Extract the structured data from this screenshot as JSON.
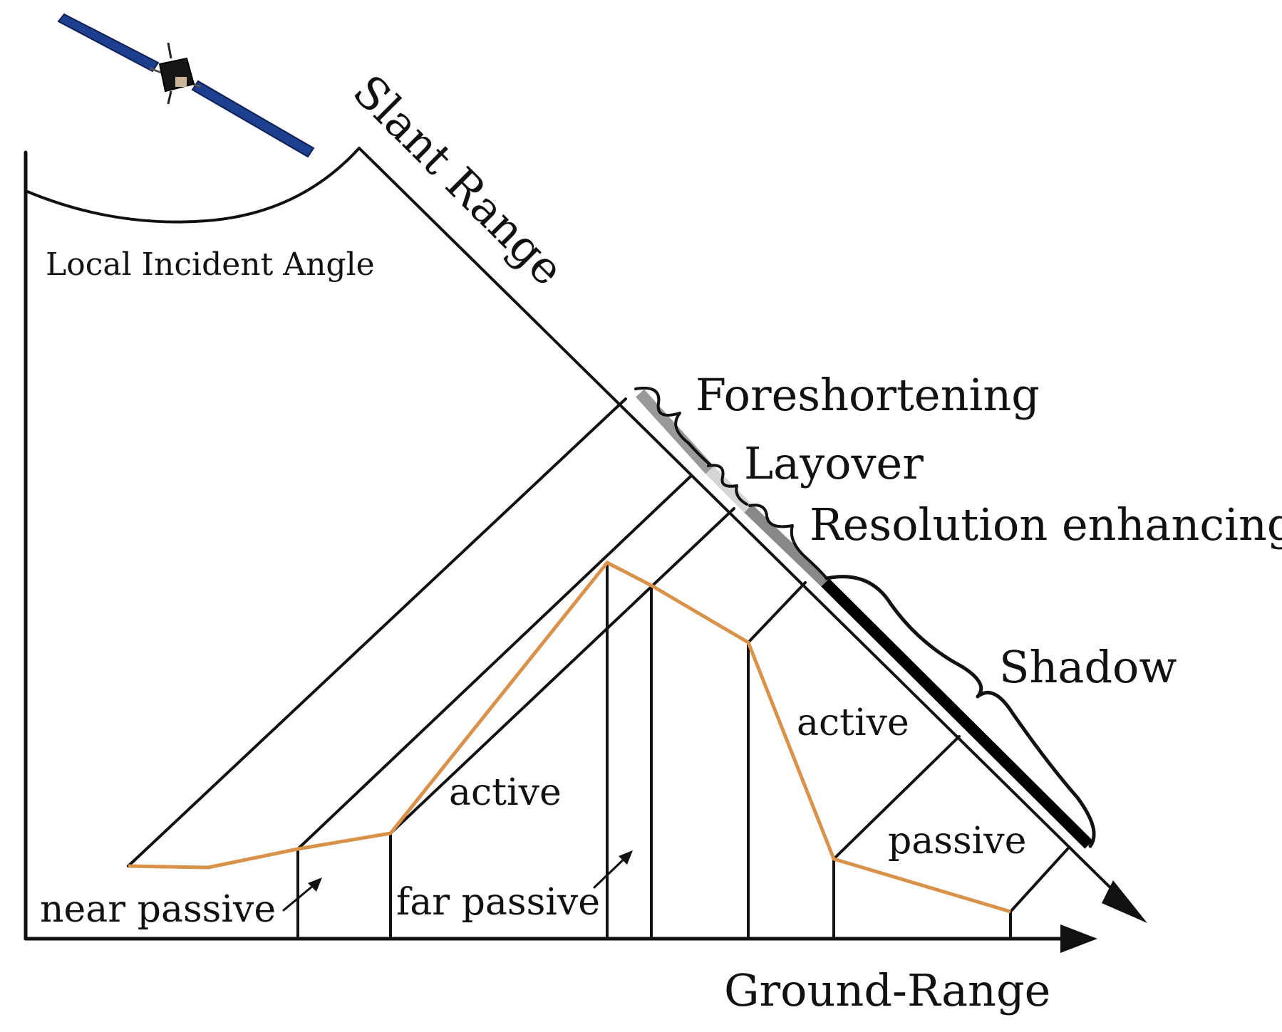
{
  "labels": {
    "local_incident_angle": "Local Incident Angle",
    "slant_range": "Slant Range",
    "foreshortening": "Foreshortening",
    "layover": "Layover",
    "resolution_enhancing": "Resolution enhancing",
    "shadow": "Shadow",
    "active_center": "active",
    "active_right": "active",
    "passive_right": "passive",
    "near_passive": "near passive",
    "far_passive": "far passive",
    "ground_range": "Ground-Range"
  },
  "colors": {
    "terrain_profile": "#d9924a",
    "line": "#111111",
    "foreshortening_segment": "#999999",
    "layover_segment": "#d6d6d6",
    "resolution_segment": "#888888",
    "shadow_segment": "#000000",
    "satellite_panel": "#1e3f8f"
  },
  "icons": {
    "satellite": "satellite-icon"
  }
}
